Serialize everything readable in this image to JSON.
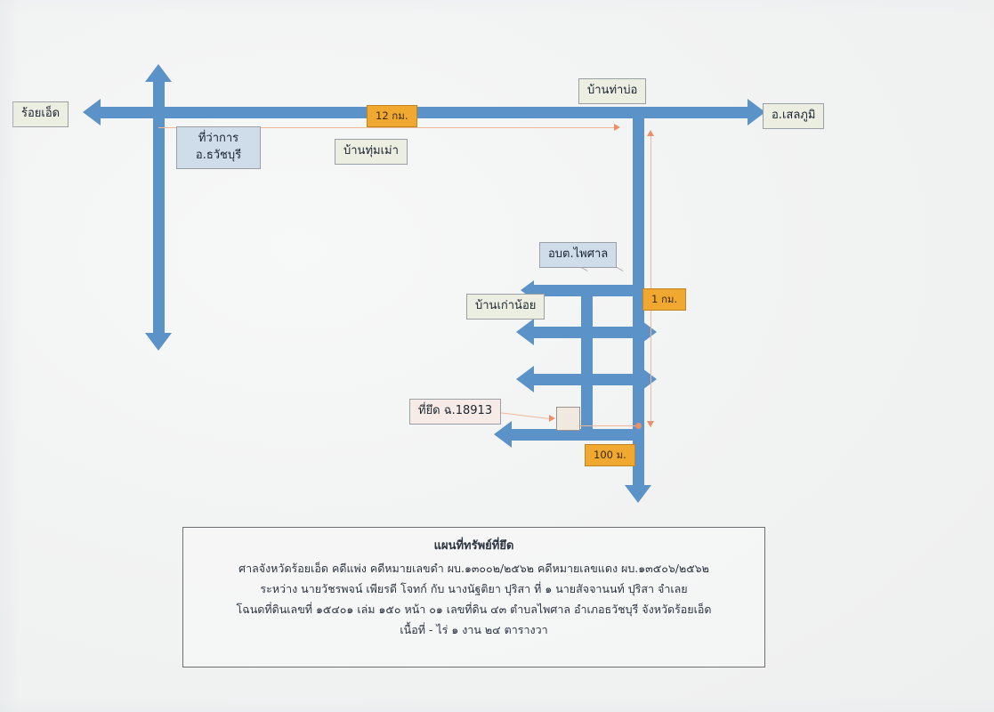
{
  "document": {
    "kind": "seized-property-map",
    "colors": {
      "road": "#5b92c8",
      "distance_badge": "#f0a830",
      "label_green": "#eceee2",
      "label_blue": "#cfdcea",
      "label_pink": "#f6ebe6",
      "leader": "#e8916a"
    }
  },
  "map": {
    "place_labels": {
      "roi_et": "ร้อยเอ็ด",
      "district_office": "ที่ว่าการ\nอ.ธวัชบุรี",
      "district_office_line1": "ที่ว่าการ",
      "district_office_line2": "อ.ธวัชบุรี",
      "ban_thum_mae": "บ้านทุ่มเม่า",
      "ban_tha_bo": "บ้านท่าบ่อ",
      "selaphum": "อ.เสลภูมิ",
      "obt_phaisan": "อบต.ไพศาล",
      "ban_kao_noi": "บ้านเก่าน้อย",
      "seized_parcel": "ที่ยึด ฉ.18913"
    },
    "distance_badges": {
      "d12km": "12 กม.",
      "d1km": "1 กม.",
      "d100m": "100 ม."
    }
  },
  "note": {
    "title": "แผนที่ทรัพย์ที่ยึด",
    "line1": "ศาลจังหวัดร้อยเอ็ด คดีแพ่ง คดีหมายเลขดำ ผบ.๑๓๐๐๒/๒๕๖๒  คดีหมายเลขแดง ผบ.๑๓๕๐๖/๒๕๖๒",
    "line2": "ระหว่าง นายวัชรพจน์  เพียรดี  โจทก์  กับ  นางนัฐติยา  ปุริสา  ที่ ๑ นายสัจจานนท์  ปุริสา  จำเลย",
    "line3": "โฉนดที่ดินเลขที่ ๑๕๔๐๑ เล่ม ๑๕๐ หน้า ๐๑ เลขที่ดิน ๔๓ ตำบลไพศาล อำเภอธวัชบุรี จังหวัดร้อยเอ็ด",
    "line4": "เนื้อที่ - ไร่ ๑ งาน ๒๔ ตารางวา"
  }
}
